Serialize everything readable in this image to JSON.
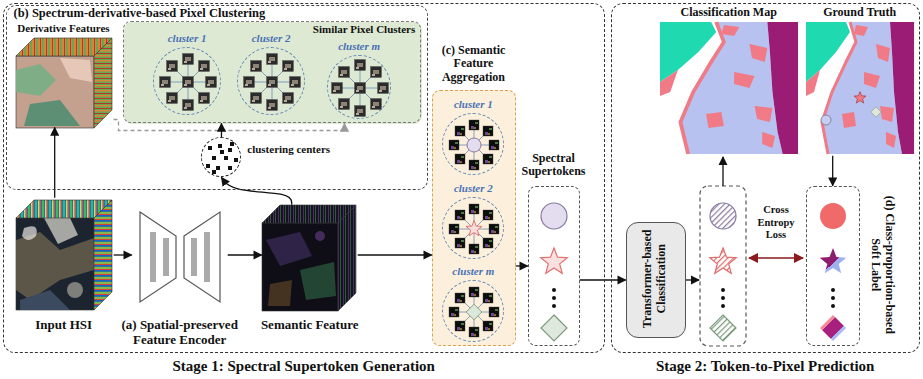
{
  "diagram": {
    "nodes": [
      {
        "text": [
          "Stage 1: Spectral Supertoken Generation"
        ]
      },
      {
        "text": [
          "Stage 2: Token-to-Pixel Prediction"
        ]
      },
      {
        "text": [
          "(b) Spectrum-derivative-based Pixel Clustering"
        ],
        "in": 0
      },
      {
        "text": [
          "Derivative Features"
        ],
        "in": 2
      },
      {
        "text": [
          "Similar Pixel Clusters"
        ],
        "in": 2
      },
      {
        "text": [
          "cluster 1"
        ],
        "in": 4
      },
      {
        "text": [
          "cluster 2"
        ],
        "in": 4
      },
      {
        "text": [
          "cluster m"
        ],
        "in": 4
      },
      {
        "text": [
          "clustering centers"
        ],
        "in": 2
      },
      {
        "text": [
          "Input HSI"
        ],
        "in": 0
      },
      {
        "text": [
          "(a) Spatial-preserved Feature Encoder"
        ],
        "in": 0
      },
      {
        "text": [
          "Semantic Feature"
        ],
        "in": 0
      },
      {
        "text": [
          "(c) Semantic Feature Aggregation"
        ],
        "in": 0
      },
      {
        "text": [
          "cluster 1"
        ],
        "in": 12
      },
      {
        "text": [
          "cluster 2"
        ],
        "in": 12
      },
      {
        "text": [
          "cluster m"
        ],
        "in": 12
      },
      {
        "text": [
          "Spectral Supertokens"
        ],
        "in": 0
      },
      {
        "text": [
          "Transformer-based Classification"
        ],
        "in": 1
      },
      {
        "text": [
          "Classification Map"
        ],
        "in": 1
      },
      {
        "text": [
          "Ground Truth"
        ],
        "in": 1
      },
      {
        "text": [
          "(d) Class-proportion-based Soft Label"
        ],
        "in": 1
      }
    ],
    "edges": [
      {
        "from": 9,
        "to": 3,
        "arrow": "to"
      },
      {
        "from": 9,
        "to": 10,
        "arrow": "to"
      },
      {
        "from": 10,
        "to": 11,
        "arrow": "to"
      },
      {
        "from": 3,
        "to": 4,
        "arrow": "to"
      },
      {
        "from": 11,
        "to": 8,
        "arrow": "to"
      },
      {
        "from": 8,
        "to": 4,
        "arrow": "to"
      },
      {
        "from": 11,
        "to": 12,
        "arrow": "to"
      },
      {
        "from": 12,
        "to": 16,
        "arrow": "to"
      },
      {
        "from": 16,
        "to": 17,
        "arrow": "to"
      },
      {
        "from": 19,
        "to": 20,
        "arrow": "to"
      }
    ],
    "labels": [
      "Cross Entropy Loss"
    ]
  }
}
